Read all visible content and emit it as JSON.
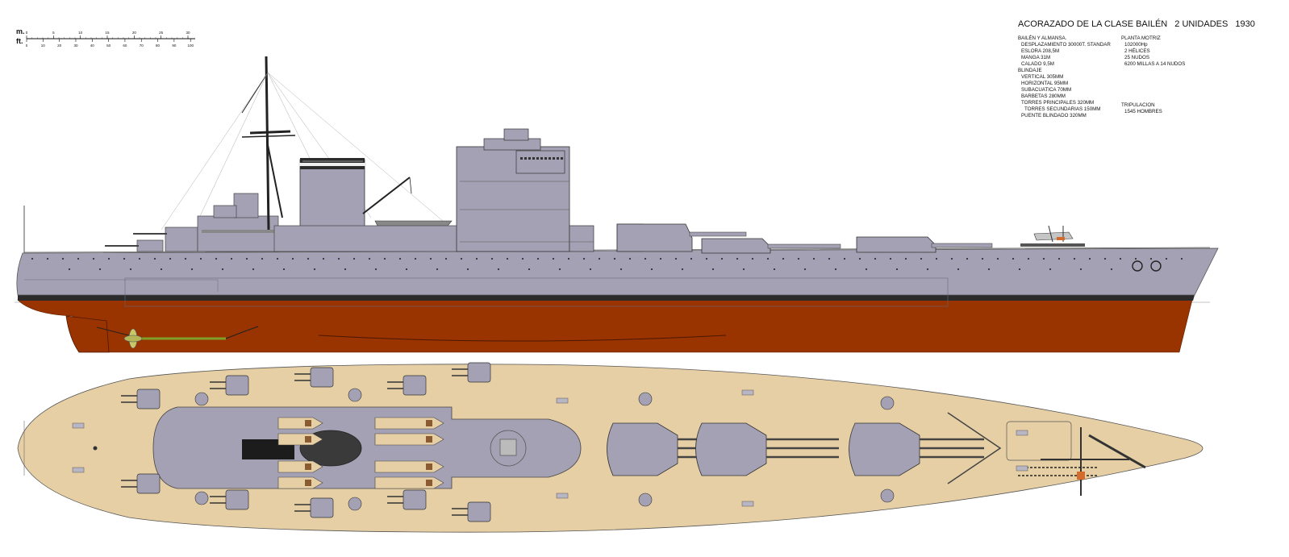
{
  "header": {
    "title": "ACORAZADO DE LA CLASE BAILÉN",
    "units": "2 UNIDADES",
    "year": "1930"
  },
  "specs": {
    "ships": "BAILÉN Y ALMANSA.",
    "displacement": "DESPLAZAMIENTO 30000T. STANDAR",
    "length": "ESLORA 208,5M",
    "beam": "MANGA 31M",
    "draft": "CALADO 9,5M",
    "armor_heading": "BLINDAJE",
    "armor": [
      "VERTICAL 305MM",
      "HORIZONTAL 95MM",
      "SUBACUATICA 70MM",
      "BARBETAS 280MM",
      "TORRES PRINCIPALES 320MM",
      "TORRES SECUNDARIAS 150MM",
      "PUENTE BLINDADO 320MM"
    ],
    "propulsion_heading": "PLANTA MOTRIZ",
    "propulsion": [
      "102000Hp",
      "2 HÉLICES",
      "25 NUDOS",
      "6200 MILLAS A 14 NUDOS"
    ],
    "crew_heading": "TRIPULACION",
    "crew": "1545 HOMBRES"
  },
  "scale": {
    "m_label": "m.",
    "ft_label": "ft.",
    "m_ticks": [
      "0",
      "5",
      "10",
      "15",
      "20",
      "25",
      "30"
    ],
    "ft_ticks": [
      "0",
      "10",
      "20",
      "30",
      "40",
      "50",
      "60",
      "70",
      "80",
      "90",
      "100"
    ]
  },
  "colors": {
    "hull_grey": "#a3a1b3",
    "hull_red": "#993300",
    "deck": "#e6cfa4",
    "boot_top": "#2b2b2b"
  }
}
